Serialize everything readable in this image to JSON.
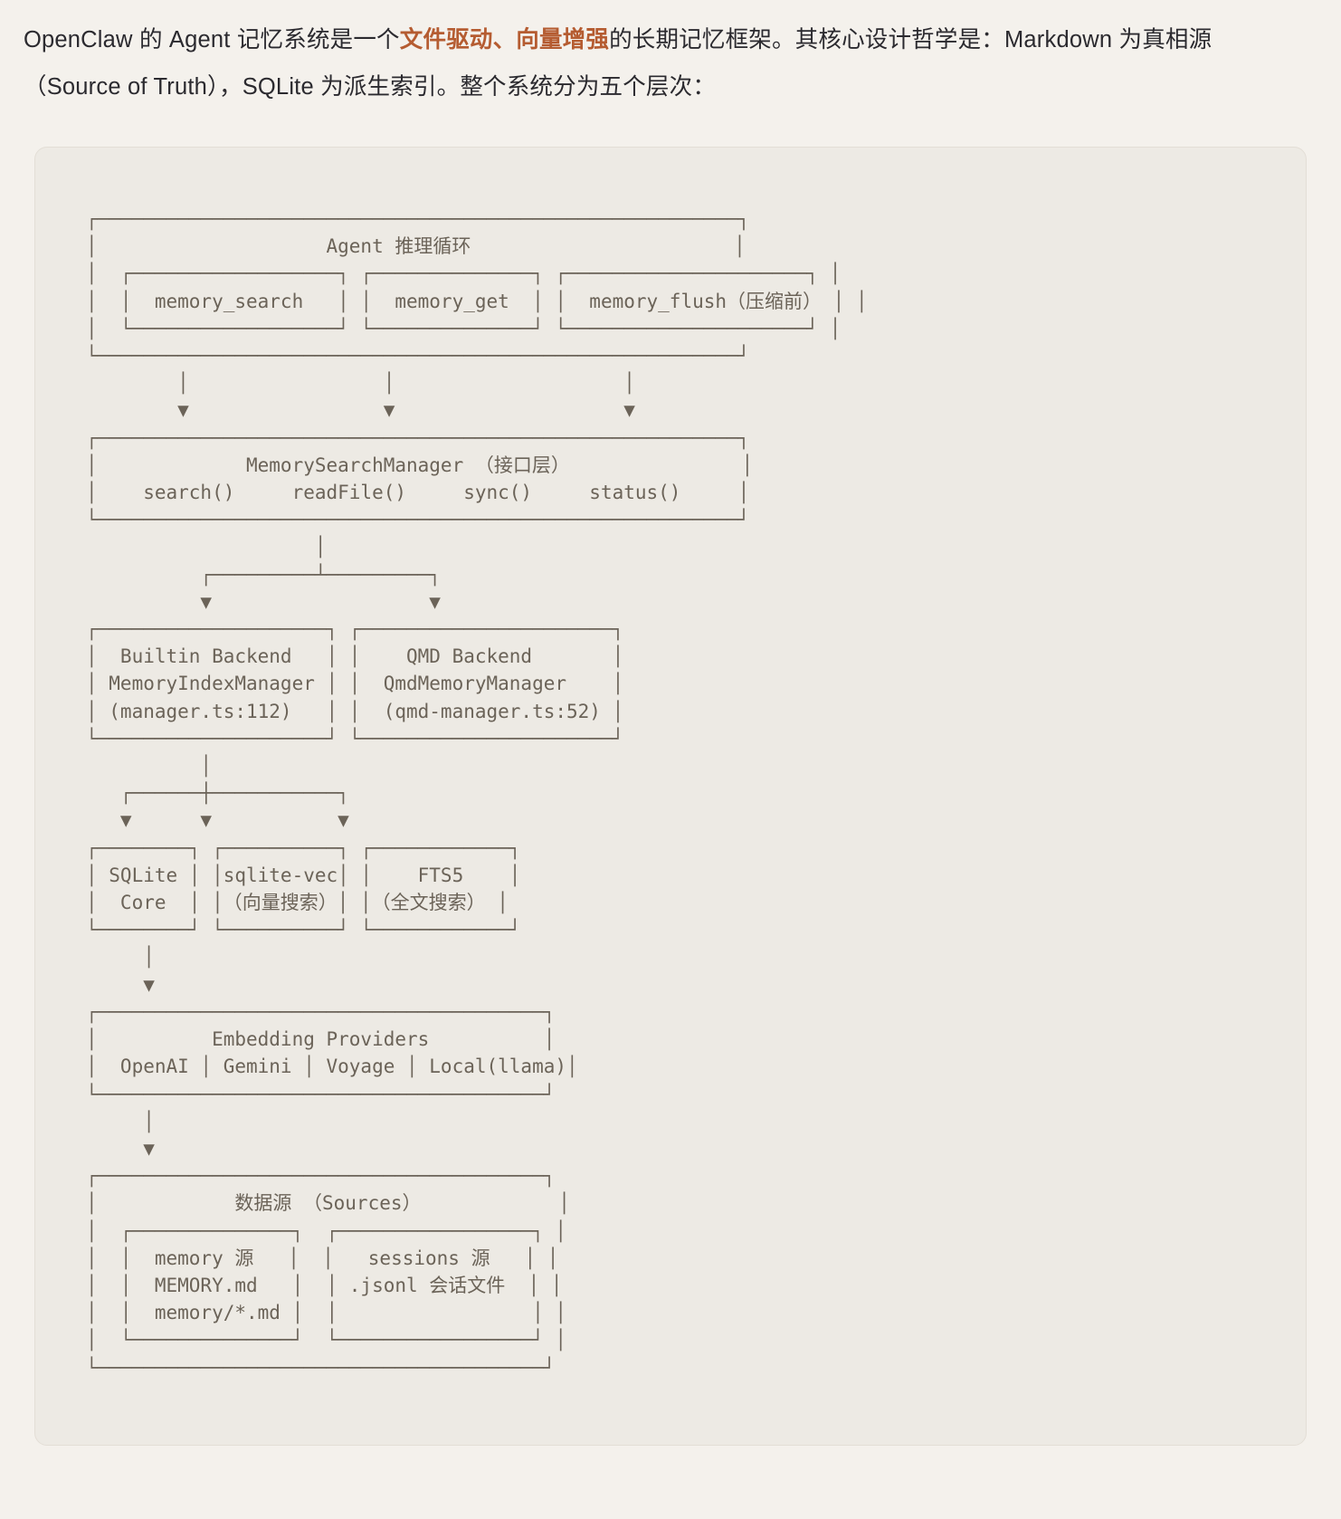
{
  "intro": {
    "segments": [
      {
        "text": "OpenClaw 的 Agent 记忆系统是一个",
        "highlight": false
      },
      {
        "text": "文件驱动、向量增强",
        "highlight": true
      },
      {
        "text": "的长期记忆框架。其核心设计哲学是：Markdown 为真相源（Source of Truth），SQLite 为派生索引。整个系统分为五个层次：",
        "highlight": false
      }
    ],
    "highlight_color": "#b55c31",
    "full_text": "OpenClaw 的 Agent 记忆系统是一个文件驱动、向量增强的长期记忆框架。其核心设计哲学是：Markdown 为真相源（Source of Truth），SQLite 为派生索引。整个系统分为五个层次："
  },
  "diagram": {
    "type": "ascii-architecture",
    "stroke_color": "#6b6358",
    "background": "#edeae4",
    "layers": [
      {
        "id": "agent-loop",
        "title": "Agent 推理循环",
        "tools": [
          "memory_search",
          "memory_get",
          "memory_flush（压缩前）"
        ]
      },
      {
        "id": "memory-search-manager",
        "title": "MemorySearchManager （接口层）",
        "methods": [
          "search()",
          "readFile()",
          "sync()",
          "status()"
        ]
      },
      {
        "id": "backends",
        "boxes": [
          {
            "id": "builtin-backend",
            "lines": [
              "Builtin Backend",
              "MemoryIndexManager",
              "(manager.ts:112)"
            ]
          },
          {
            "id": "qmd-backend",
            "lines": [
              "QMD Backend",
              "QmdMemoryManager",
              "(qmd-manager.ts:52)"
            ]
          }
        ]
      },
      {
        "id": "storage-engines",
        "boxes": [
          {
            "id": "sqlite-core",
            "lines": [
              "SQLite",
              "Core"
            ]
          },
          {
            "id": "sqlite-vec",
            "lines": [
              "sqlite-vec",
              "（向量搜索）"
            ]
          },
          {
            "id": "fts5",
            "lines": [
              "FTS5",
              "（全文搜索）"
            ]
          }
        ]
      },
      {
        "id": "embedding-providers",
        "title": "Embedding Providers",
        "providers": [
          "OpenAI",
          "Gemini",
          "Voyage",
          "Local(llama)"
        ]
      },
      {
        "id": "sources",
        "title": "数据源 （Sources）",
        "boxes": [
          {
            "id": "memory-source",
            "lines": [
              "memory 源",
              "MEMORY.md",
              "memory/*.md"
            ]
          },
          {
            "id": "sessions-source",
            "lines": [
              "sessions 源",
              ".jsonl 会话文件"
            ]
          }
        ]
      }
    ],
    "art": "┌────────────────────────────────────────────────────────┐\n│                    Agent 推理循环                       │\n│  ┌──────────────────┐ ┌──────────────┐ ┌─────────────────────┐ │\n│  │  memory_search   │ │  memory_get  │ │  memory_flush（压缩前） │ │\n│  └──────────────────┘ └──────────────┘ └─────────────────────┘ │\n└────────────────────────────────────────────────────────┘\n        │                 │                    │\n        ▼                 ▼                    ▼\n┌────────────────────────────────────────────────────────┐\n│             MemorySearchManager （接口层）               │\n│    search()     readFile()     sync()     status()     │\n└────────────────────────────────────────────────────────┘\n                    │\n          ┌─────────┴─────────┐\n          ▼                   ▼\n┌────────────────────┐ ┌──────────────────────┐\n│  Builtin Backend   │ │    QMD Backend       │\n│ MemoryIndexManager │ │  QmdMemoryManager    │\n│ (manager.ts:112)   │ │  (qmd-manager.ts:52) │\n└────────────────────┘ └──────────────────────┘\n          │\n   ┌──────┼───────────┐\n   ▼      ▼           ▼\n┌────────┐ ┌──────────┐ ┌────────────┐\n│ SQLite │ │sqlite-vec│ │    FTS5    │\n│  Core  │ │（向量搜索）│ │（全文搜索） │\n└────────┘ └──────────┘ └────────────┘\n     │\n     ▼\n┌───────────────────────────────────────┐\n│          Embedding Providers          │\n│  OpenAI │ Gemini │ Voyage │ Local(llama)│\n└───────────────────────────────────────┘\n     │\n     ▼\n┌───────────────────────────────────────┐\n│            数据源 （Sources）            │\n│  ┌──────────────┐  ┌─────────────────┐ │\n│  │  memory 源   │  │   sessions 源   │ │\n│  │  MEMORY.md   │  │ .jsonl 会话文件  │ │\n│  │  memory/*.md │  │                 │ │\n│  └──────────────┘  └─────────────────┘ │\n└───────────────────────────────────────┘"
  }
}
